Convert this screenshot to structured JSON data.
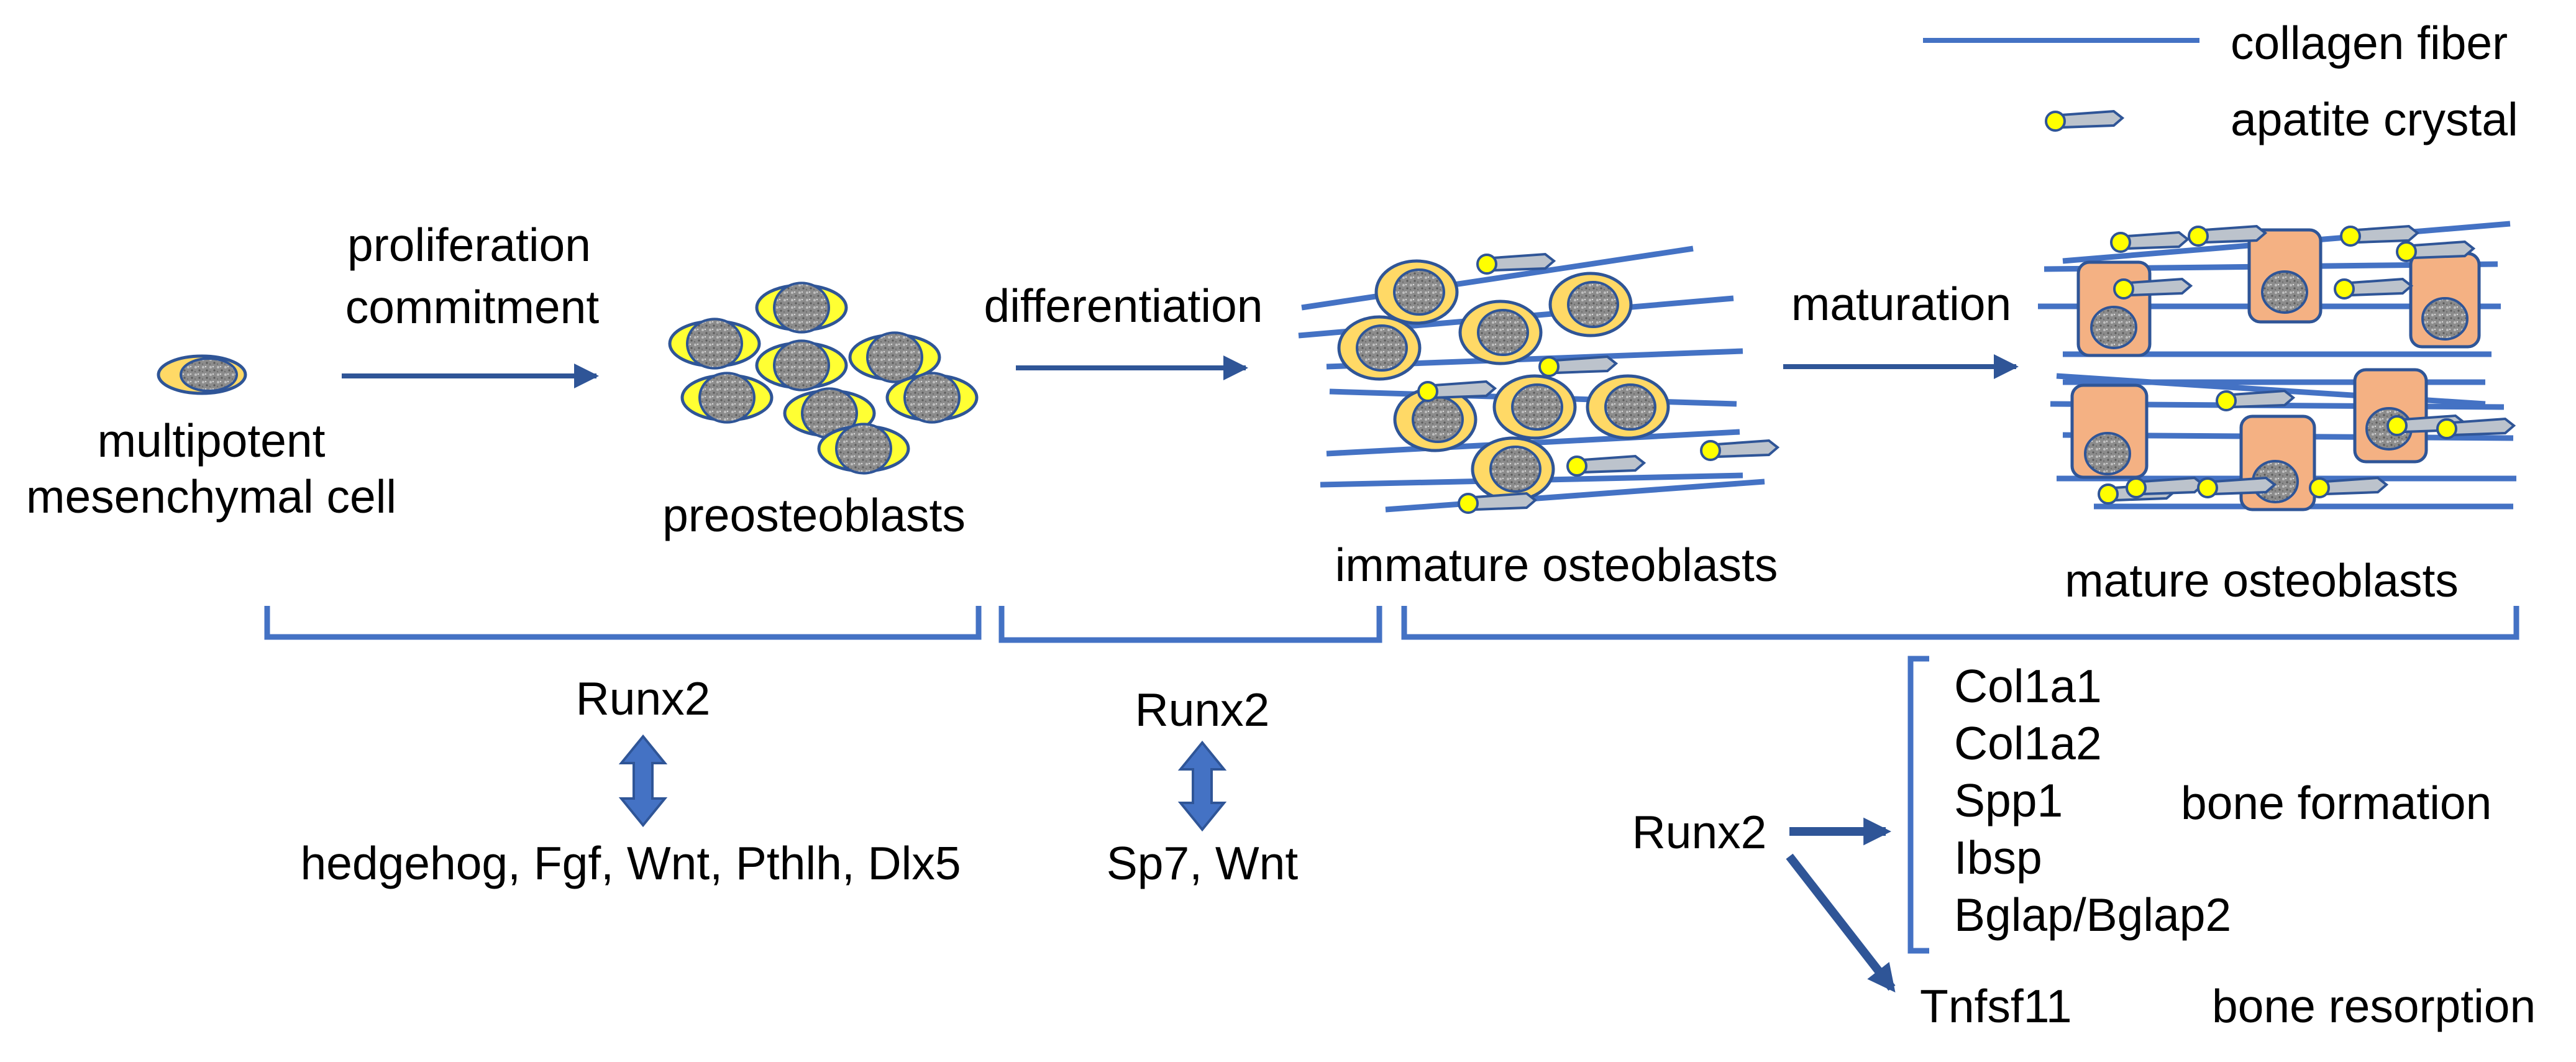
{
  "legend": {
    "collagen_fiber": "collagen fiber",
    "apatite_crystal": "apatite crystal"
  },
  "stages": {
    "msc": [
      "multipotent",
      "mesenchymal cell"
    ],
    "preosteoblasts": "preosteoblasts",
    "immature": "immature osteoblasts",
    "mature": "mature osteoblasts"
  },
  "processes": {
    "proliferation": "proliferation",
    "commitment": "commitment",
    "differentiation": "differentiation",
    "maturation": "maturation"
  },
  "regulation": {
    "group1": {
      "factor": "Runx2",
      "partners": "hedgehog, Fgf, Wnt, Pthlh, Dlx5"
    },
    "group2": {
      "factor": "Runx2",
      "partners": "Sp7, Wnt"
    },
    "group3": {
      "factor": "Runx2",
      "targets": [
        "Col1a1",
        "Col1a2",
        "Spp1",
        "Ibsp",
        "Bglap/Bglap2"
      ],
      "formation_label": "bone formation",
      "resorption_target": "Tnfsf11",
      "resorption_label": "bone resorption"
    }
  },
  "colors": {
    "fiber": "#4472c4",
    "arrow": "#2f5597",
    "crystal_head": "#ffff00",
    "crystal_body": "#bcc3cc",
    "cell_yellow": "#ffff33",
    "cell_cream": "#ffd966",
    "cell_mature": "#f4b183",
    "nucleus": "#8c8c8c"
  }
}
